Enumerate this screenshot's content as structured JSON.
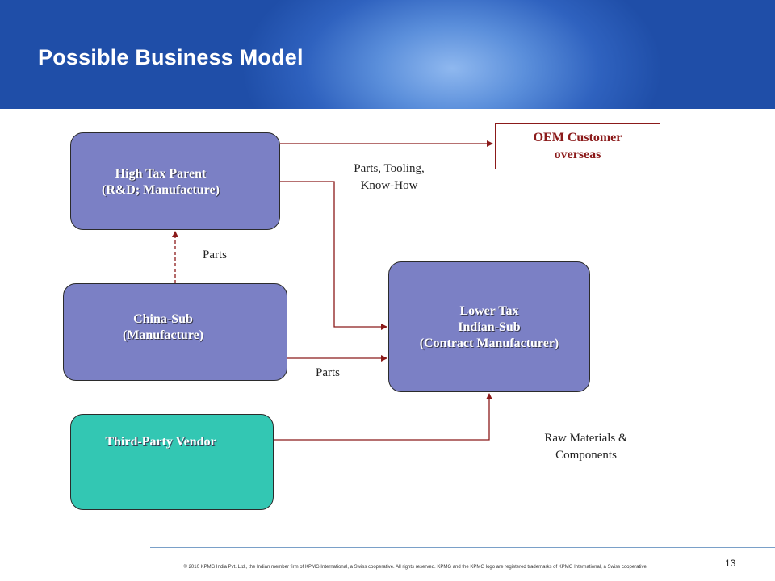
{
  "slide": {
    "title": "Possible Business Model",
    "page_number": "13",
    "copyright": "© 2010 KPMG India Pvt. Ltd., the Indian member firm of KPMG International, a Swiss cooperative. All rights reserved. KPMG and the KPMG logo are registered trademarks of KPMG International, a Swiss cooperative."
  },
  "nodes": {
    "parent": [
      "High Tax Parent",
      "(R&D; Manufacture)"
    ],
    "china": [
      "China-Sub",
      "(Manufacture)"
    ],
    "vendor": [
      "Third-Party Vendor"
    ],
    "indian": [
      "Lower Tax",
      "Indian-Sub",
      "(Contract Manufacturer)"
    ],
    "oem": [
      "OEM Customer",
      "overseas"
    ]
  },
  "edge_labels": {
    "tooling": [
      "Parts, Tooling,",
      "Know-How"
    ],
    "parts_up": "Parts",
    "parts_right": "Parts",
    "raw": [
      "Raw Materials &",
      "Components"
    ]
  },
  "colors": {
    "node_purple": "#7b80c5",
    "node_teal": "#33c7b3",
    "arrow": "#8b1a1a",
    "header_blue": "#2f62bf"
  }
}
